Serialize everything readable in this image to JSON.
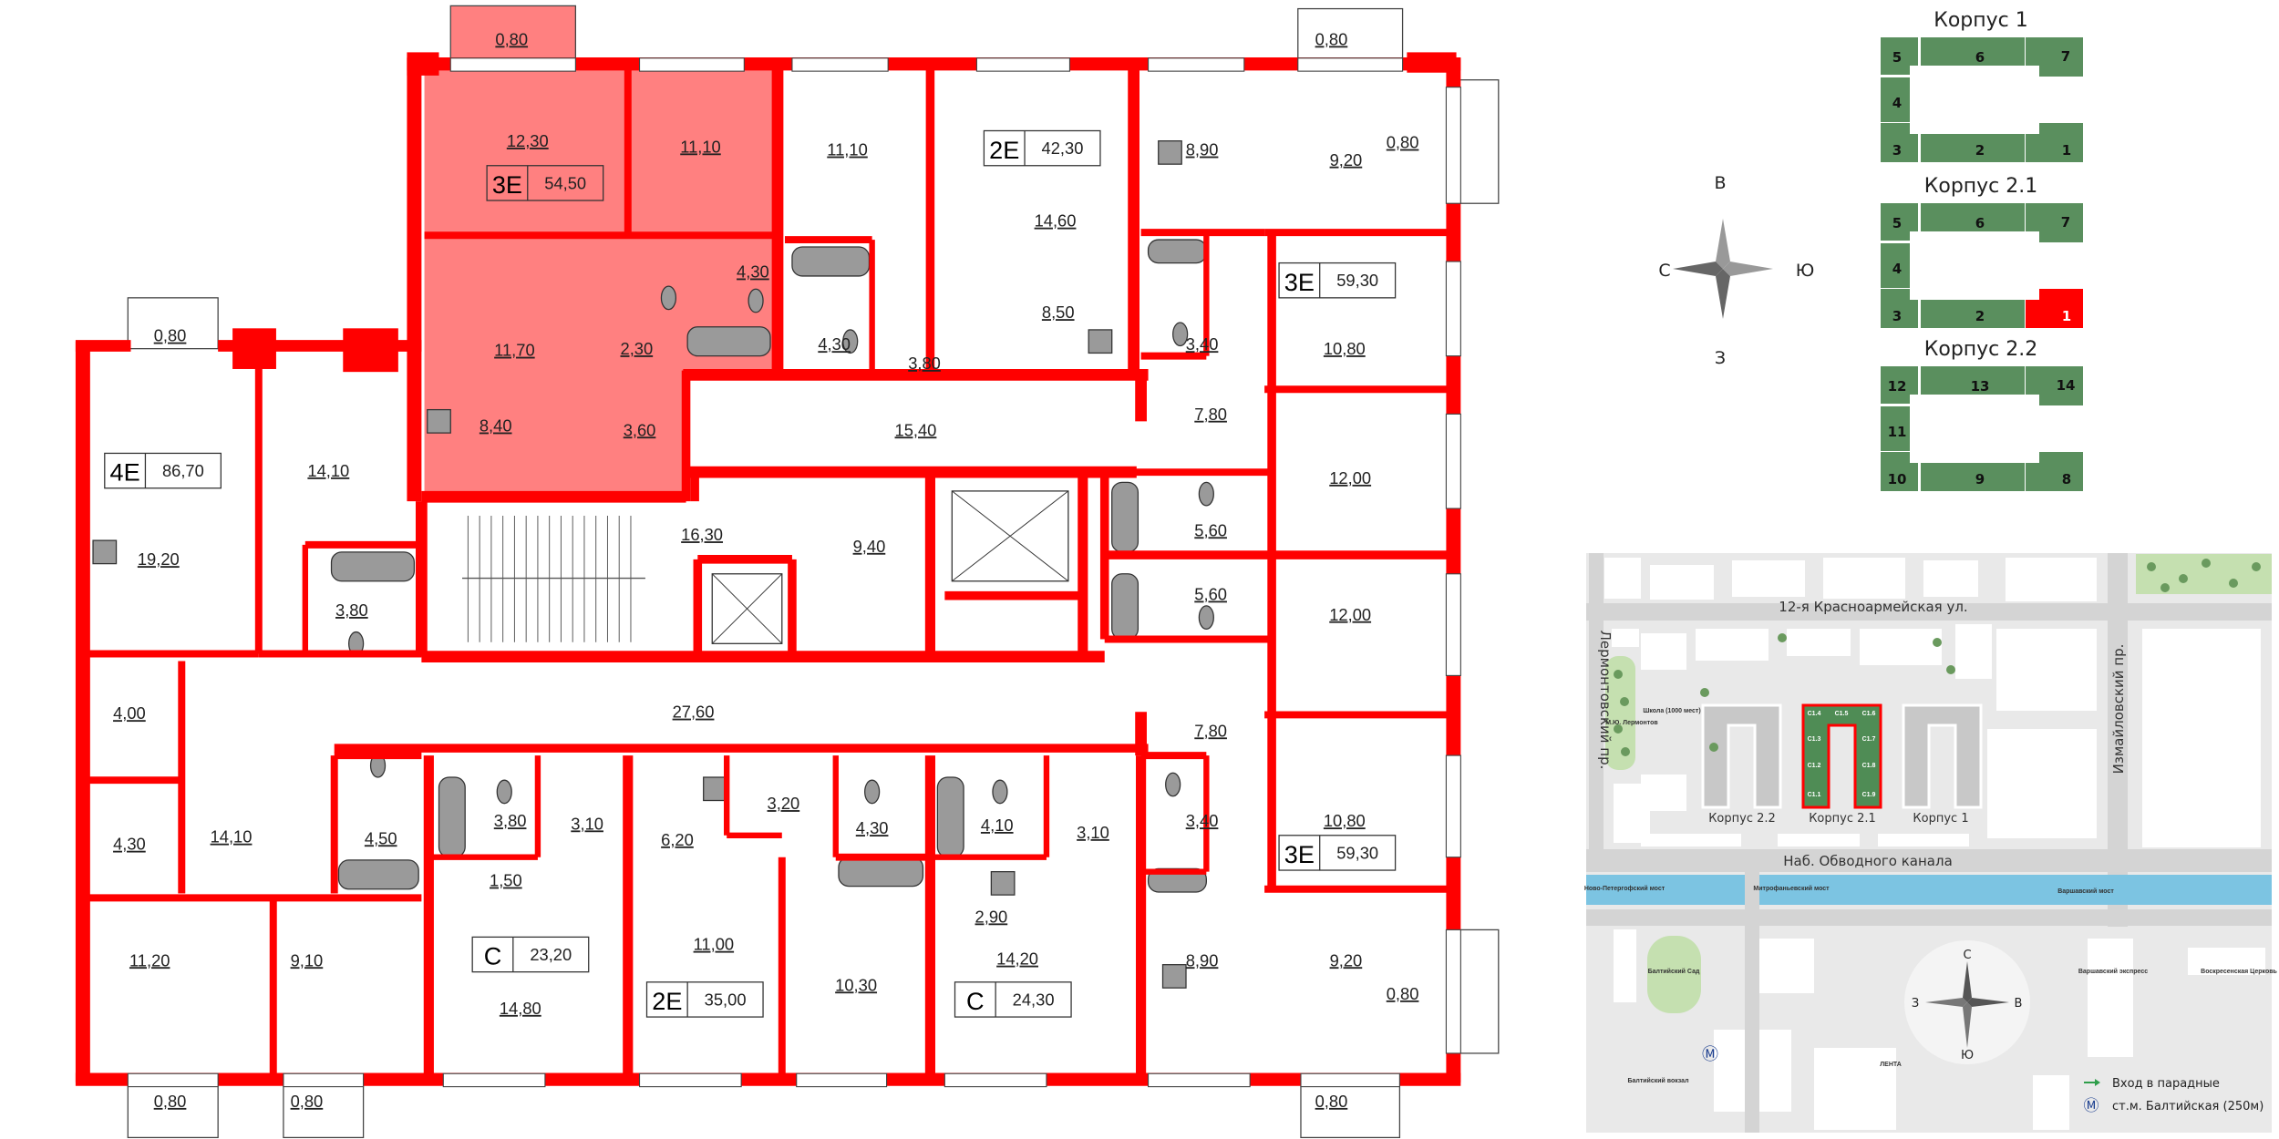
{
  "plan": {
    "wall_color": "#ff0000",
    "highlight_color": "#ff8080",
    "fixture_color": "#9a9a9a",
    "apartments": [
      {
        "type": "3E",
        "area": "54,50",
        "highlighted": true
      },
      {
        "type": "2E",
        "area": "42,30"
      },
      {
        "type": "3E",
        "area": "59,30"
      },
      {
        "type": "4E",
        "area": "86,70"
      },
      {
        "type": "3E",
        "area": "59,30"
      },
      {
        "type": "C",
        "area": "23,20"
      },
      {
        "type": "2E",
        "area": "35,00"
      },
      {
        "type": "C",
        "area": "24,30"
      }
    ],
    "rooms": [
      "0,80",
      "12,30",
      "11,10",
      "11,70",
      "2,30",
      "4,30",
      "8,40",
      "3,60",
      "11,10",
      "14,60",
      "8,50",
      "4,30",
      "3,80",
      "15,40",
      "8,90",
      "3,40",
      "0,80",
      "9,20",
      "0,80",
      "10,80",
      "7,80",
      "12,00",
      "5,60",
      "5,60",
      "12,00",
      "16,30",
      "9,40",
      "0,80",
      "14,10",
      "19,20",
      "3,80",
      "4,00",
      "4,30",
      "14,10",
      "27,60",
      "7,80",
      "4,50",
      "3,80",
      "3,10",
      "1,50",
      "6,20",
      "3,20",
      "4,30",
      "4,10",
      "3,10",
      "3,40",
      "10,80",
      "2,90",
      "14,80",
      "11,00",
      "10,30",
      "14,20",
      "11,20",
      "9,10",
      "8,90",
      "9,20",
      "0,80",
      "0,80",
      "0,80",
      "0,80"
    ]
  },
  "compass_top": {
    "top": "В",
    "left": "С",
    "right": "Ю",
    "bottom": "З"
  },
  "sections": {
    "block_color": "#5a8f5e",
    "selected_color": "#ff0000",
    "groups": [
      {
        "title": "Корпус 1",
        "blocks": [
          "5",
          "6",
          "7",
          "4",
          "3",
          "2",
          "1"
        ],
        "selected": -1
      },
      {
        "title": "Корпус 2.1",
        "blocks": [
          "5",
          "6",
          "7",
          "4",
          "3",
          "2",
          "1"
        ],
        "selected": 6
      },
      {
        "title": "Корпус 2.2",
        "blocks": [
          "12",
          "13",
          "14",
          "11",
          "10",
          "9",
          "8"
        ],
        "selected": -1
      }
    ]
  },
  "map": {
    "streets": {
      "krasnoarmeyskaya": "12-я Красноармейская ул.",
      "lermontovsky": "Лермонтовский пр.",
      "izmailovsky": "Измайловский пр.",
      "obvodny": "Наб. Обводного канала"
    },
    "buildings": {
      "k22": "Корпус 2.2",
      "k21": "Корпус 2.1",
      "k1": "Корпус 1"
    },
    "k21_sections": [
      "С1.1",
      "С1.2",
      "С1.3",
      "С1.4",
      "С1.5",
      "С1.6",
      "С1.7",
      "С1.8",
      "С1.9"
    ],
    "places": {
      "school": "Школа (1000 мест)",
      "lermontov": "М.Ю. Лермонтов",
      "bridge1": "Ново-Петергофский мост",
      "bridge2": "Митрофаньевский мост",
      "bridge3": "Варшавский мост",
      "garden": "Балтийский Сад",
      "station": "Балтийский вокзал",
      "lenta": "ЛЕНТА",
      "varshavsky": "Варшавский экспресс",
      "church": "Воскресенская Церковь"
    },
    "compass": {
      "north": "С",
      "south": "Ю",
      "west": "З",
      "east": "В"
    },
    "legend": {
      "entrance": "Вход в парадные",
      "metro": "ст.м. Балтийская (250м)"
    },
    "colors": {
      "water": "#7cc4e2",
      "park": "#c5e0b0",
      "road": "#d4d4d4",
      "ground": "#e9e9e9",
      "entrance_arrow": "#2e9e4a",
      "metro": "#1a3d8f"
    }
  }
}
